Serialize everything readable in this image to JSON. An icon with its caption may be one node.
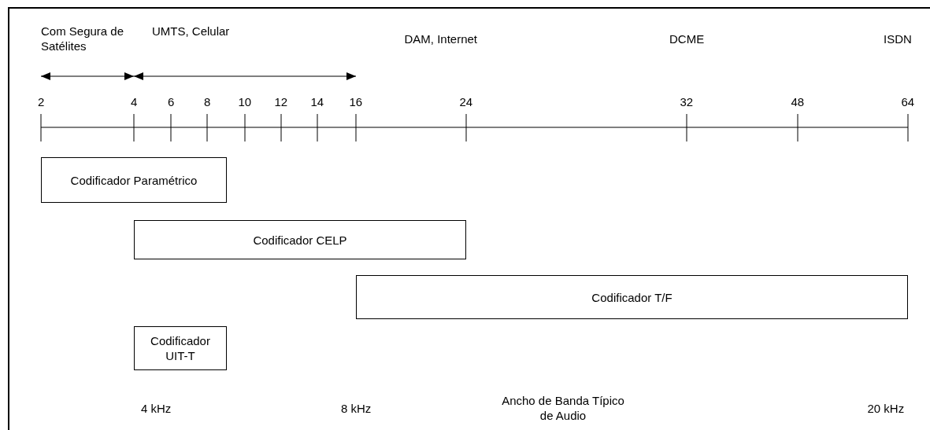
{
  "diagram": {
    "nodes": [
      {
        "text": [
          "Codificador Paramétrico"
        ]
      },
      {
        "text": [
          "Codificador CELP"
        ]
      },
      {
        "text": [
          "Codificador T/F"
        ]
      },
      {
        "text": [
          "Codificador UIT-T"
        ]
      }
    ],
    "labels": [
      "Com Segura de Satélites",
      "UMTS, Celular",
      "DAM, Internet",
      "DCME",
      "ISDN",
      "2",
      "4",
      "6",
      "8",
      "10",
      "12",
      "14",
      "16",
      "24",
      "32",
      "48",
      "64",
      "4 kHz",
      "8 kHz",
      "Ancho de Banda Típico de Audio",
      "20 kHz"
    ]
  }
}
